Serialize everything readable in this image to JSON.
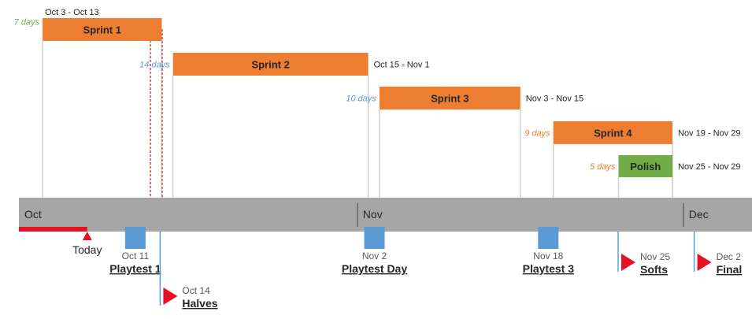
{
  "chart_data": {
    "type": "gantt",
    "x_axis": {
      "start": "Oct 1",
      "end": "Dec 5",
      "month_labels": [
        {
          "label": "Oct",
          "date": "Oct 1"
        },
        {
          "label": "Nov",
          "date": "Nov 1"
        },
        {
          "label": "Dec",
          "date": "Dec 1"
        }
      ]
    },
    "tasks": [
      {
        "name": "Sprint 1",
        "start": "Oct 3",
        "end": "Oct 13",
        "duration_label": "7 days",
        "range_label": "Oct 3 - Oct 13",
        "color": "#ED7D31",
        "duration_color": "#70AD47"
      },
      {
        "name": "Sprint 2",
        "start": "Oct 15",
        "end": "Nov 1",
        "duration_label": "14 days",
        "range_label": "Oct 15 - Nov 1",
        "color": "#ED7D31",
        "duration_color": "#5B9BD5"
      },
      {
        "name": "Sprint 3",
        "start": "Nov 3",
        "end": "Nov 15",
        "duration_label": "10 days",
        "range_label": "Nov 3 - Nov 15",
        "color": "#ED7D31",
        "duration_color": "#5B9BD5"
      },
      {
        "name": "Sprint 4",
        "start": "Nov 19",
        "end": "Nov 29",
        "duration_label": "9 days",
        "range_label": "Nov 19 - Nov 29",
        "color": "#ED7D31",
        "duration_color": "#ED7D31"
      },
      {
        "name": "Polish",
        "start": "Nov 25",
        "end": "Nov 29",
        "duration_label": "5 days",
        "range_label": "Nov 25 - Nov 29",
        "color": "#70AD47",
        "duration_color": "#ED7D31"
      }
    ],
    "milestones": [
      {
        "date_label": "Oct 11",
        "name": "Playtest 1",
        "shape": "square",
        "date": "Oct 11",
        "color": "#5B9BD5"
      },
      {
        "date_label": "Nov 2",
        "name": "Playtest Day",
        "shape": "square",
        "date": "Nov 2",
        "color": "#5B9BD5"
      },
      {
        "date_label": "Nov 18",
        "name": "Playtest 3",
        "shape": "square",
        "date": "Nov 18",
        "color": "#5B9BD5"
      },
      {
        "date_label": "Oct 14",
        "name": "Halves",
        "shape": "flag",
        "date": "Oct 14",
        "color": "#E81123"
      },
      {
        "date_label": "Nov 25",
        "name": "Softs",
        "shape": "flag",
        "date": "Nov 25",
        "color": "#E81123"
      },
      {
        "date_label": "Dec 2",
        "name": "Final",
        "shape": "flag",
        "date": "Dec 2",
        "color": "#E81123"
      }
    ],
    "today": {
      "label": "Today",
      "date": "Oct 7",
      "color": "#E81123"
    },
    "highlight": {
      "start": "Oct 13",
      "end": "Oct 15",
      "color": "#C0504D"
    },
    "colors": {
      "timeline": "#A6A6A6",
      "connector": "#D0D0D0",
      "text": "#262626"
    }
  }
}
